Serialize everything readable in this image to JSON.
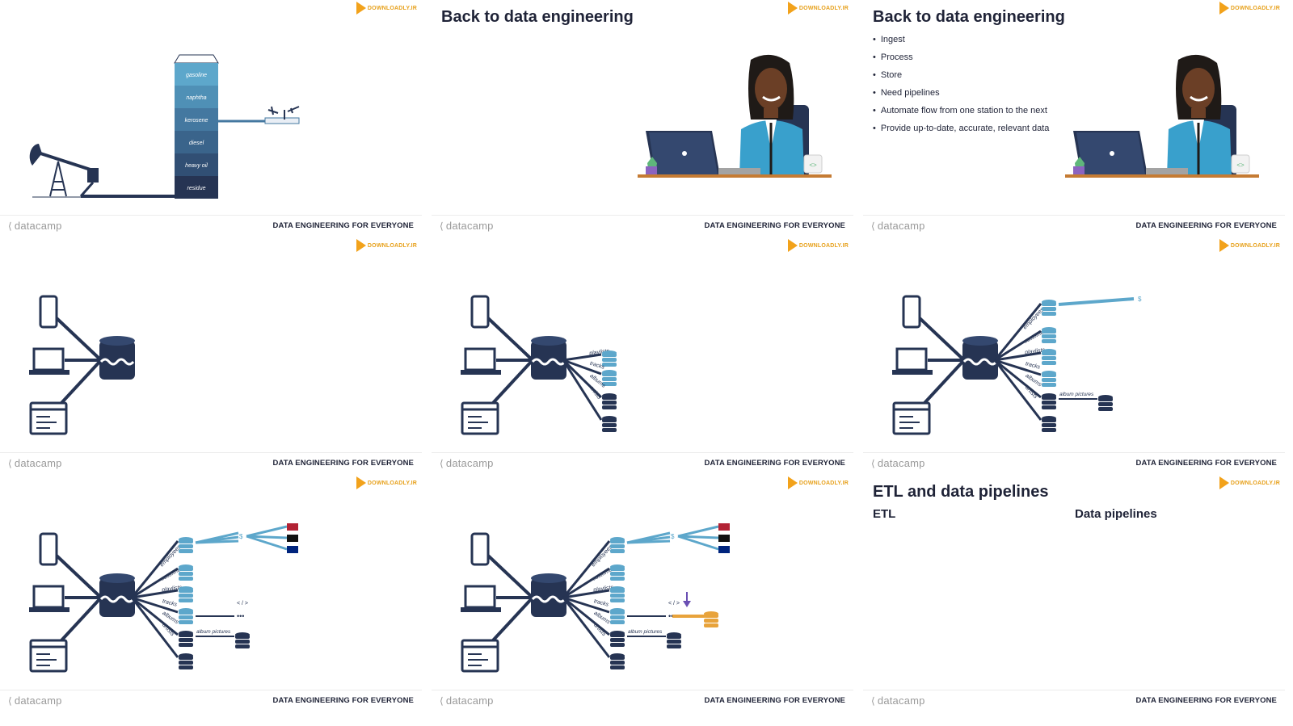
{
  "common": {
    "logo_text": "datacamp",
    "course_title": "DATA ENGINEERING FOR EVERYONE",
    "watermark_text": "DOWNLOADLY.IR"
  },
  "colors": {
    "navy": "#263453",
    "light_blue": "#5da7cb",
    "orange": "#e8a33b",
    "purple": "#6a4fb3"
  },
  "slide1": {
    "tower_labels": [
      "gasoline",
      "naphtha",
      "kerosene",
      "diesel",
      "heavy oil",
      "residue"
    ]
  },
  "slide2": {
    "title": "Back to data engineering"
  },
  "slide3": {
    "title": "Back to data engineering",
    "bullets": [
      "Ingest",
      "Process",
      "Store",
      "Need pipelines",
      "Automate flow from one station to the next",
      "Provide up-to-date, accurate, relevant data"
    ]
  },
  "diagram": {
    "labels_basic": [
      "playlists",
      "tracks",
      "albums",
      "artists"
    ],
    "labels_full": [
      "employees",
      "customers",
      "playlists",
      "tracks",
      "albums",
      "artists"
    ],
    "album_pictures": "album pictures",
    "dollar": "$",
    "code": "< / >"
  },
  "slide9": {
    "title": "ETL and data pipelines",
    "col1": "ETL",
    "col2": "Data pipelines"
  }
}
